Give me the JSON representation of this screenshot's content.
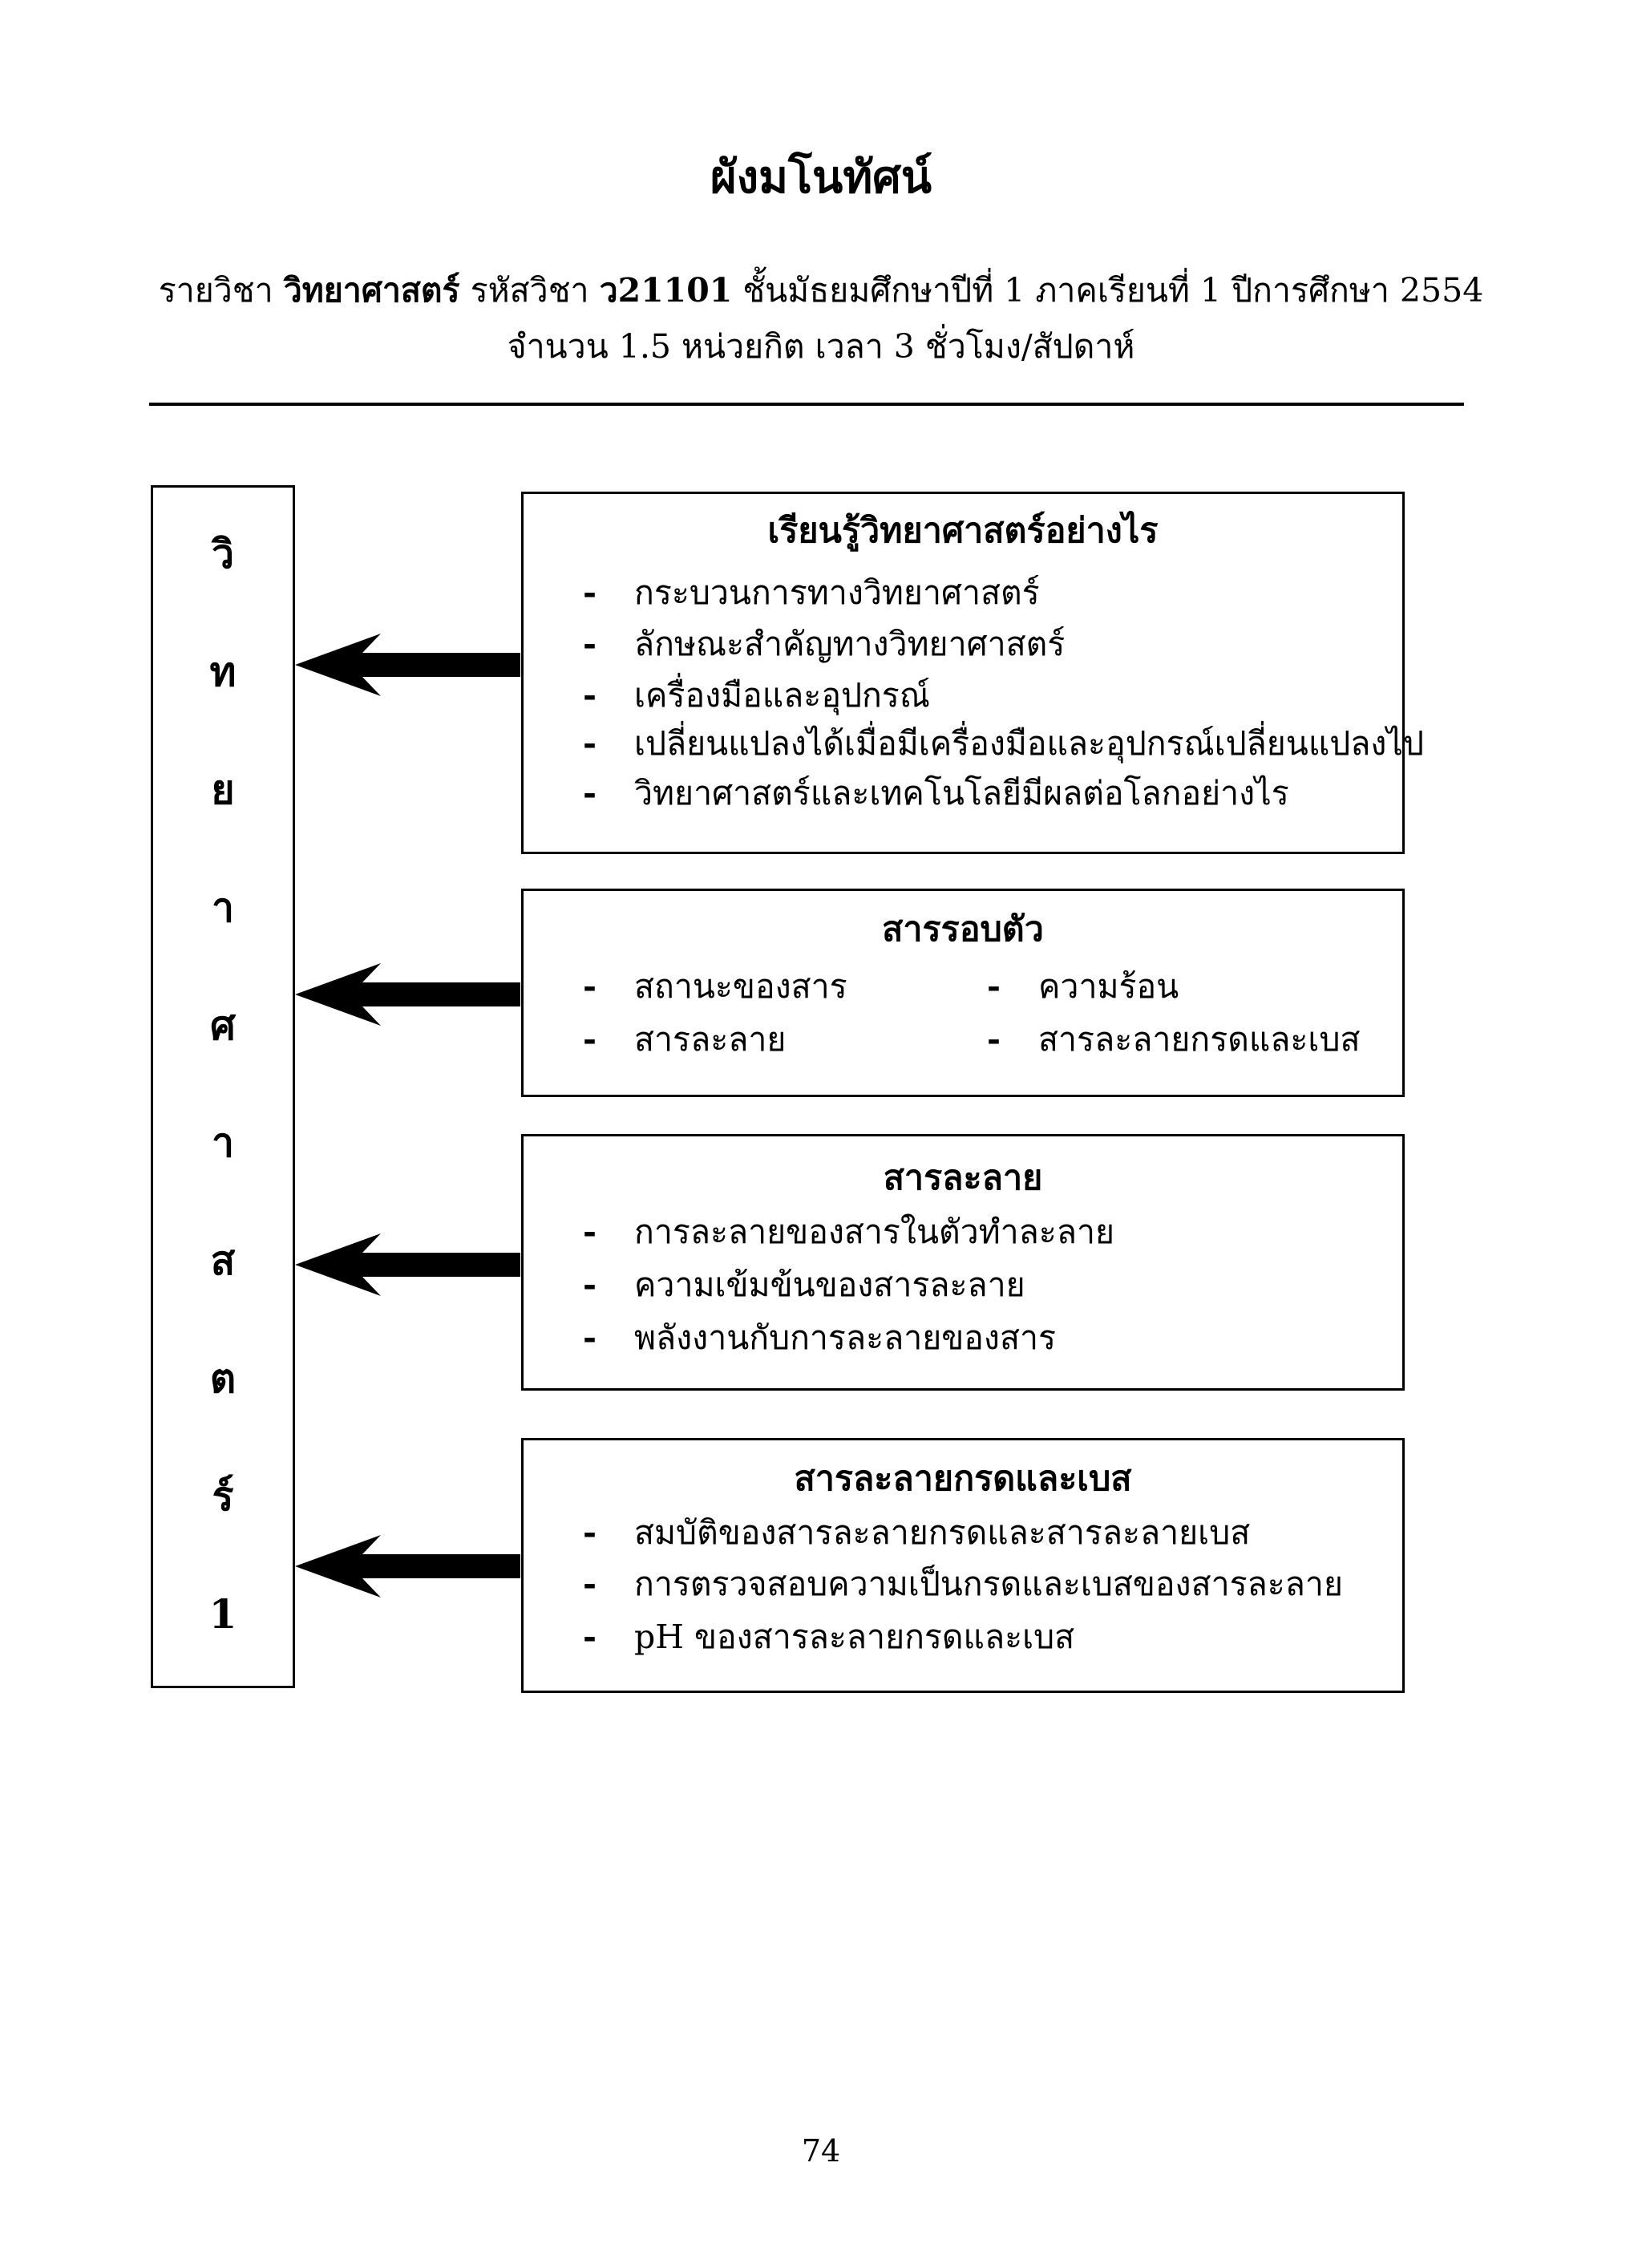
{
  "page": {
    "title": "ผังมโนทัศน์",
    "page_number": "74"
  },
  "course_info": {
    "line1_prefix": "รายวิชา",
    "line1_subject": "วิทยาศาสตร์",
    "line1_mid": "รหัสวิชา",
    "line1_code": "ว21101",
    "line1_suffix": "ชั้นมัธยมศึกษาปีที่ 1 ภาคเรียนที่ 1 ปีการศึกษา 2554",
    "line2": "จำนวน 1.5 หน่วยกิต เวลา 3 ชั่วโมง/สัปดาห์"
  },
  "ui": {
    "dash": "-"
  },
  "spine": {
    "label": "วิทยาศาสตร์ 1",
    "chars": [
      "วิ",
      "ท",
      "ย",
      "า",
      "ศ",
      "า",
      "ส",
      "ต",
      "ร์",
      "1"
    ]
  },
  "topic_boxes": [
    {
      "title": "เรียนรู้วิทยาศาสตร์อย่างไร",
      "items": [
        "กระบวนการทางวิทยาศาสตร์",
        "ลักษณะสำคัญทางวิทยาศาสตร์",
        "เครื่องมือและอุปกรณ์",
        "เปลี่ยนแปลงได้เมื่อมีเครื่องมือและอุปกรณ์เปลี่ยนแปลงไป",
        "วิทยาศาสตร์และเทคโนโลยีมีผลต่อโลกอย่างไร"
      ]
    },
    {
      "title": "สารรอบตัว",
      "col1": [
        "สถานะของสาร",
        "สารละลาย"
      ],
      "col2": [
        "ความร้อน",
        "สารละลายกรดและเบส"
      ]
    },
    {
      "title": "สารละลาย",
      "items": [
        "การละลายของสารในตัวทำละลาย",
        "ความเข้มข้นของสารละลาย",
        "พลังงานกับการละลายของสาร"
      ]
    },
    {
      "title": "สารละลายกรดและเบส",
      "items": [
        "สมบัติของสารละลายกรดและสารละลายเบส",
        "การตรวจสอบความเป็นกรดและเบสของสารละลาย",
        "pH ของสารละลายกรดและเบส"
      ]
    }
  ],
  "colors": {
    "ink": "#000000",
    "paper": "#ffffff"
  }
}
